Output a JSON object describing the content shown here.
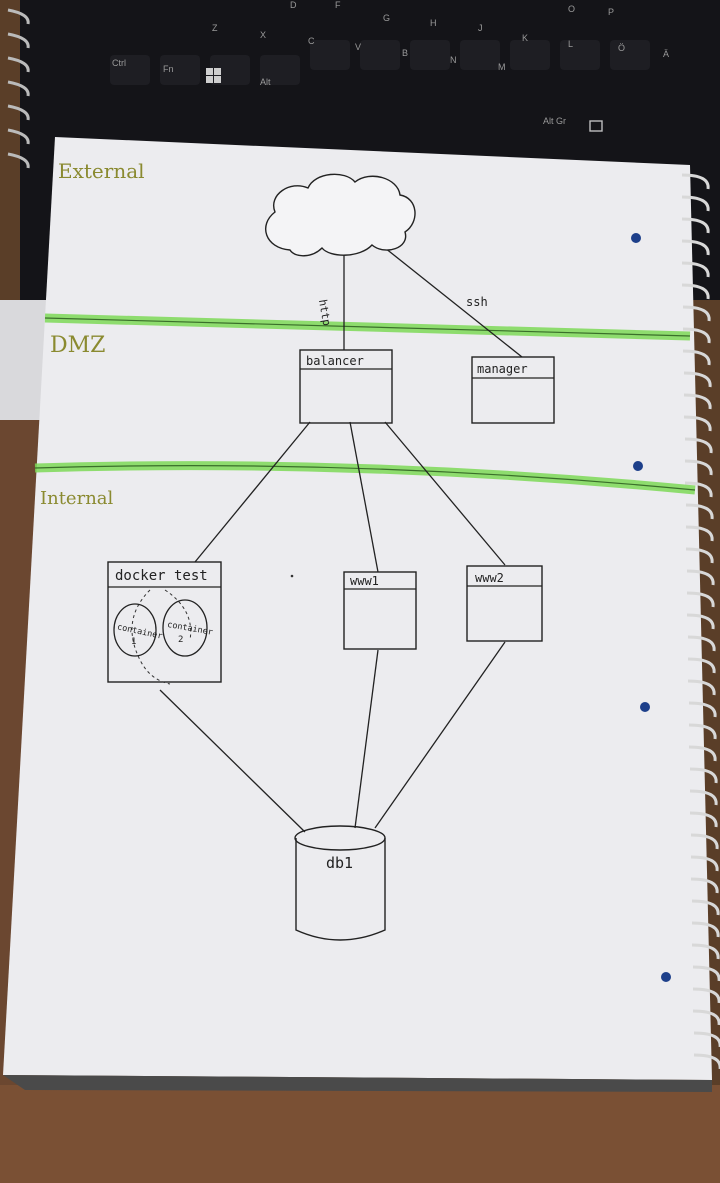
{
  "keyboard": {
    "keys": [
      "D",
      "F",
      "G",
      "H",
      "J",
      "K",
      "Z",
      "X",
      "C",
      "V",
      "B",
      "N",
      "M",
      "L",
      "Ö",
      "Ä",
      "P",
      "O",
      "Ctrl",
      "Fn",
      "Alt",
      "Alt Gr"
    ]
  },
  "zones": {
    "external": "External",
    "dmz": "DMZ",
    "internal": "Internal"
  },
  "links": {
    "http": "http",
    "ssh": "ssh"
  },
  "nodes": {
    "balancer": "balancer",
    "manager": "manager",
    "docker_test": "docker test",
    "container1": [
      "container",
      "1"
    ],
    "container2": [
      "container",
      "2"
    ],
    "www1": "www1",
    "www2": "www2",
    "db1": "db1"
  },
  "colors": {
    "highlighter": "#7ed957",
    "ink": "#222222",
    "paper": "#eeeef1"
  }
}
